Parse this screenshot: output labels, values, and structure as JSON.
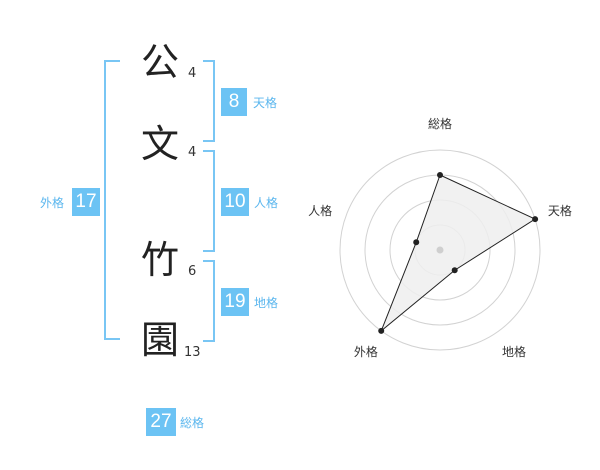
{
  "name_chars": [
    {
      "char": "公",
      "strokes": "4"
    },
    {
      "char": "文",
      "strokes": "4"
    },
    {
      "char": "竹",
      "strokes": "6"
    },
    {
      "char": "園",
      "strokes": "13"
    }
  ],
  "kaku": {
    "tenkaku": {
      "value": "8",
      "label": "天格"
    },
    "jinkaku": {
      "value": "10",
      "label": "人格"
    },
    "chikaku": {
      "value": "19",
      "label": "地格"
    },
    "gaikaku": {
      "value": "17",
      "label": "外格"
    },
    "soukaku": {
      "value": "27",
      "label": "総格"
    }
  },
  "colors": {
    "accent": "#6cc3f4",
    "bracket": "#79c6f4",
    "text": "#222222"
  },
  "chart_data": {
    "type": "radar",
    "axes": [
      "総格",
      "天格",
      "地格",
      "外格",
      "人格"
    ],
    "values": [
      3,
      4,
      1,
      4,
      1
    ],
    "rmax": 4
  }
}
